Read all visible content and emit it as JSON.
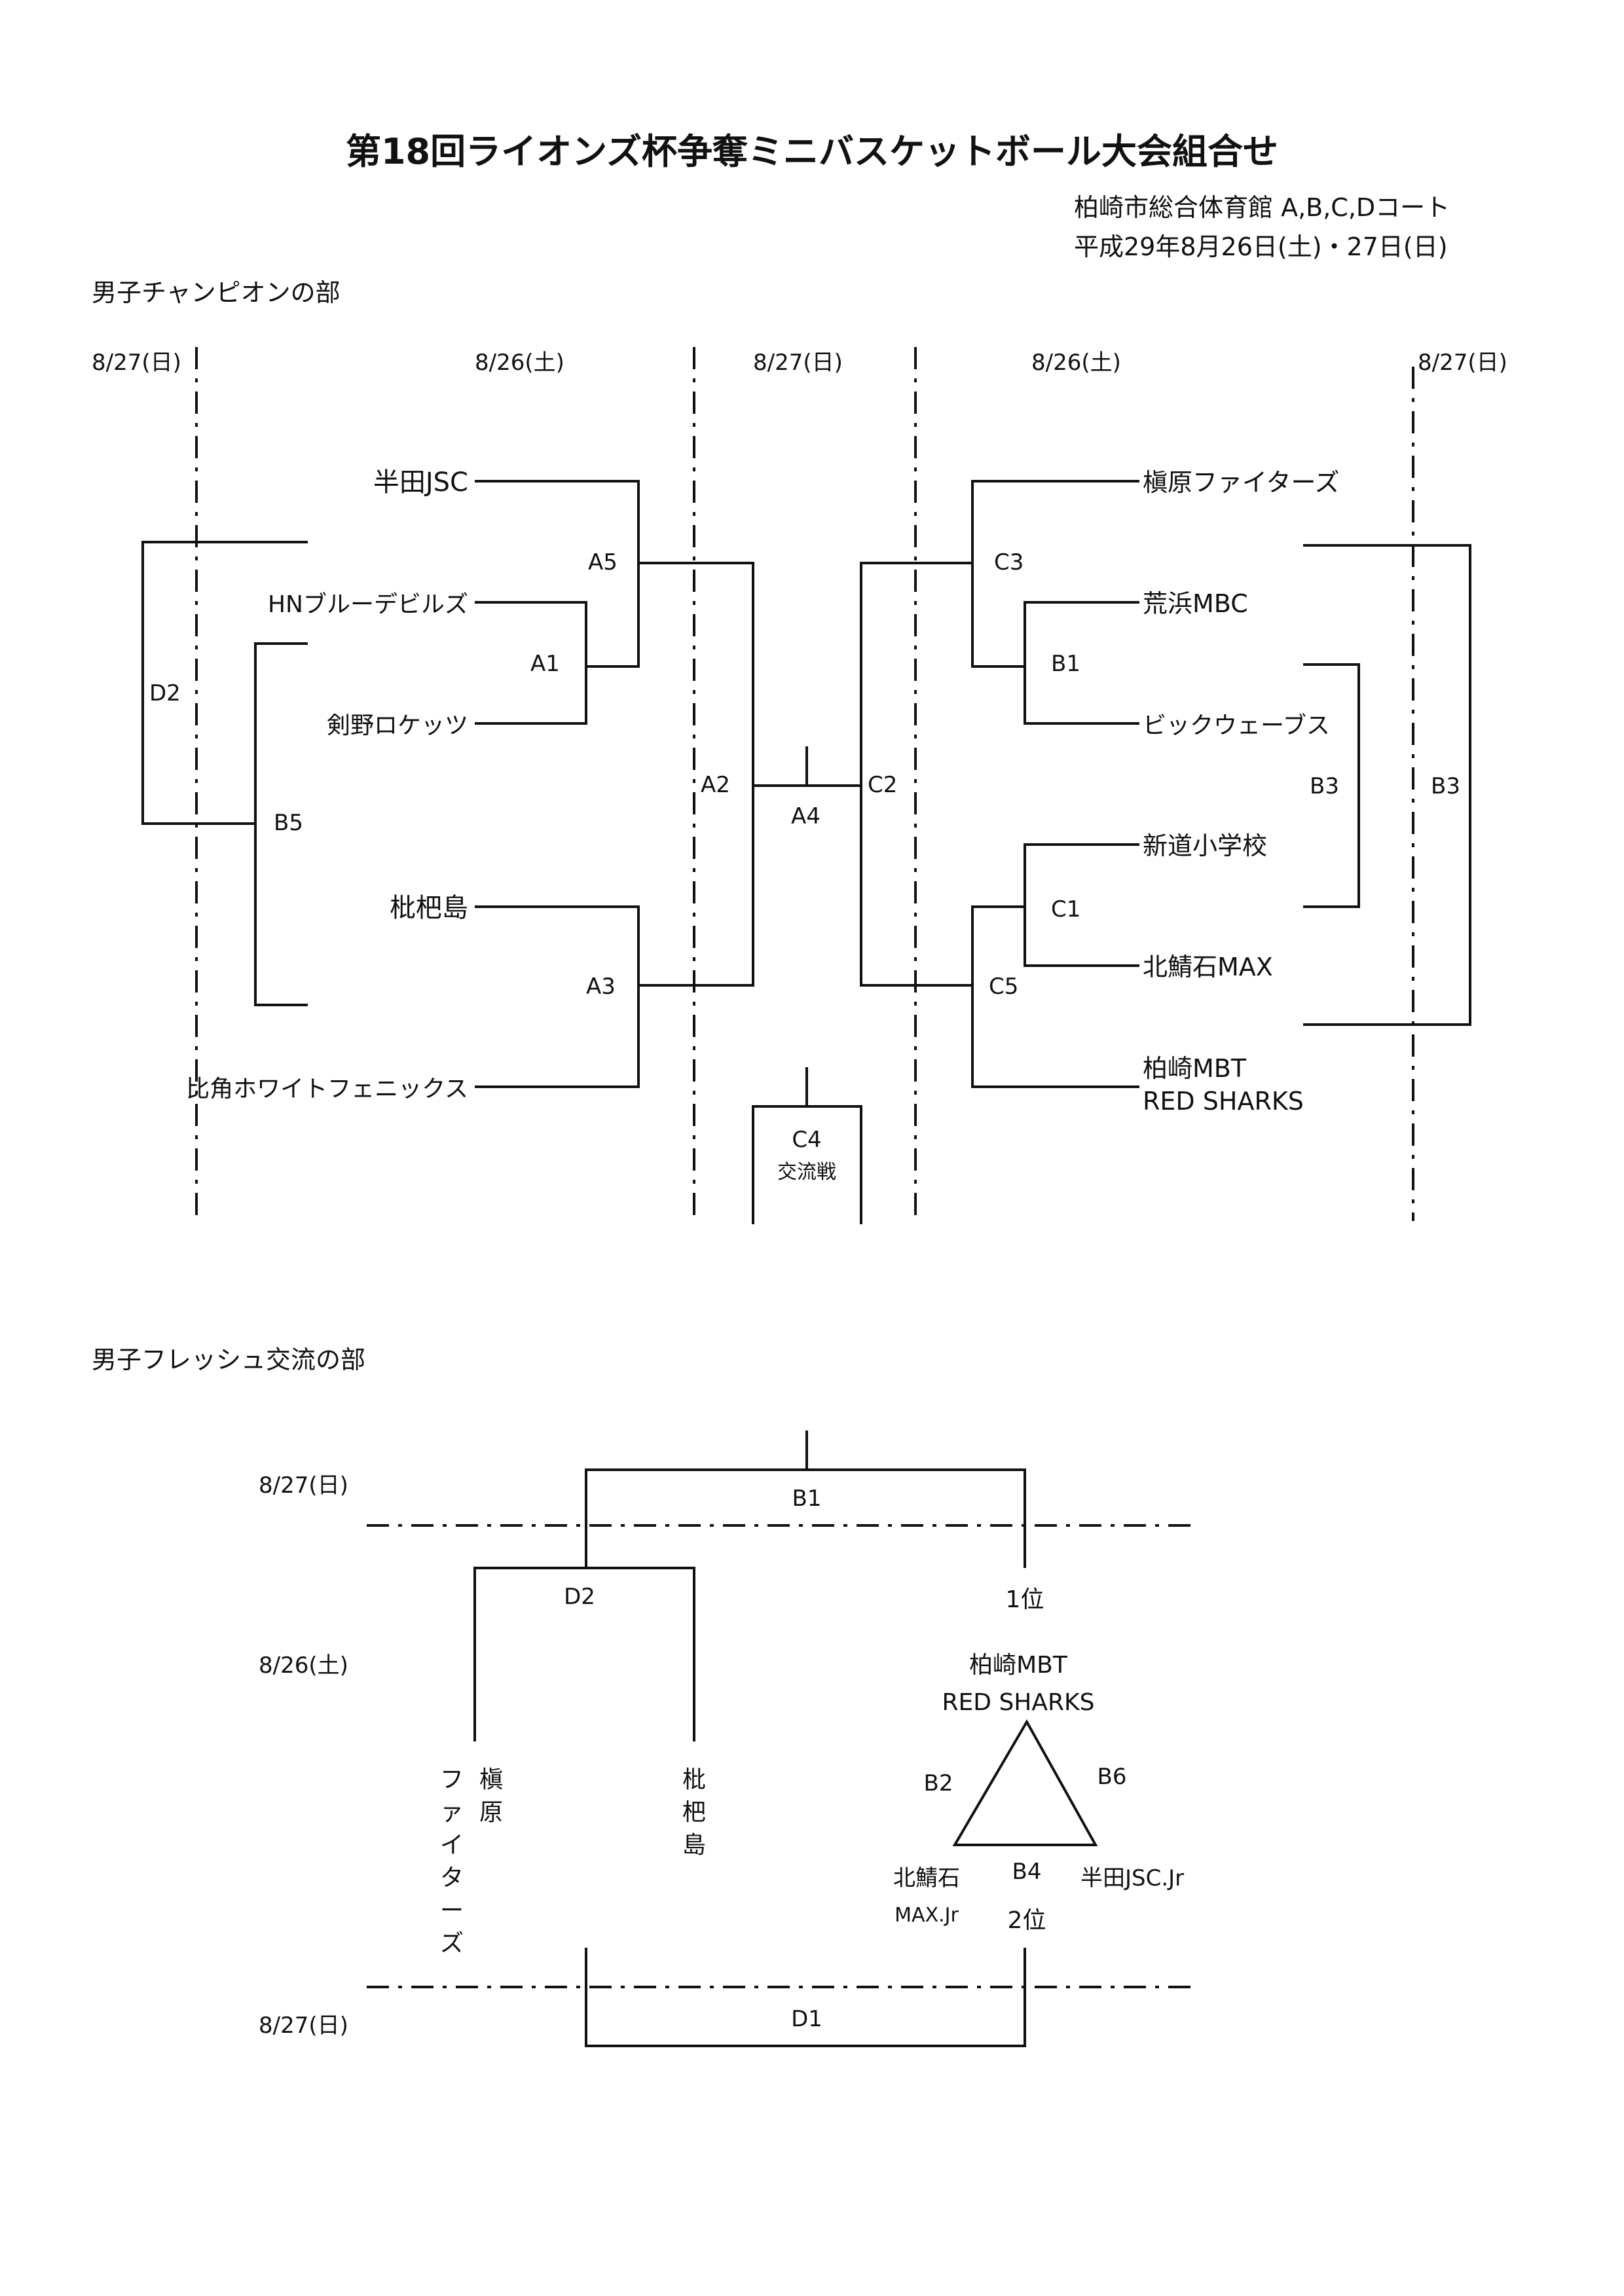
{
  "header": {
    "title": "第18回ライオンズ杯争奪ミニバスケットボール大会組合せ",
    "venue": "柏崎市総合体育館 A,B,C,Dコート",
    "dates": "平成29年8月26日(土)・27日(日)"
  },
  "champion": {
    "section_title": "男子チャンピオンの部",
    "dates": {
      "d1": "8/27(日)",
      "d2": "8/26(土)",
      "d3": "8/27(日)",
      "d4": "8/26(土)",
      "d5": "8/27(日)"
    },
    "teams": {
      "handa": "半田JSC",
      "hn": "HNブルーデビルズ",
      "kenno": "剣野ロケッツ",
      "biwajima": "枇杷島",
      "hikado": "比角ホワイトフェニックス",
      "makihara": "槇原ファイターズ",
      "arahama": "荒浜MBC",
      "bigwaves": "ビックウェーブス",
      "shindo": "新道小学校",
      "kitasabaishi": "北鯖石MAX",
      "kashiwazaki_1": "柏崎MBT",
      "kashiwazaki_2": "RED SHARKS"
    },
    "games": {
      "a5": "A5",
      "a1": "A1",
      "a3": "A3",
      "a2": "A2",
      "a4": "A4",
      "c2": "C2",
      "c3": "C3",
      "b1": "B1",
      "c1": "C1",
      "c5": "C5",
      "b3_inner": "B3",
      "b3_outer": "B3",
      "d2": "D2",
      "b5": "B5",
      "c4": "C4",
      "c4_note": "交流戦"
    }
  },
  "fresh": {
    "section_title": "男子フレッシュ交流の部",
    "dates": {
      "top": "8/27(日)",
      "mid": "8/26(土)",
      "bottom": "8/27(日)"
    },
    "games": {
      "b1": "B1",
      "d2": "D2",
      "d1": "D1",
      "b2": "B2",
      "b6": "B6",
      "b4": "B4"
    },
    "ranks": {
      "first": "1位",
      "second": "2位"
    },
    "teams": {
      "makihara_col1": [
        "槇",
        "原"
      ],
      "makihara_col2": [
        "フ",
        "ァ",
        "イ",
        "タ",
        "ー",
        "ズ"
      ],
      "biwajima_col": [
        "枇",
        "杷",
        "島"
      ],
      "kashiwazaki_1": "柏崎MBT",
      "kashiwazaki_2": "RED SHARKS",
      "kitasabaishi_1": "北鯖石",
      "kitasabaishi_2": "MAX.Jr",
      "handa": "半田JSC.Jr"
    }
  }
}
